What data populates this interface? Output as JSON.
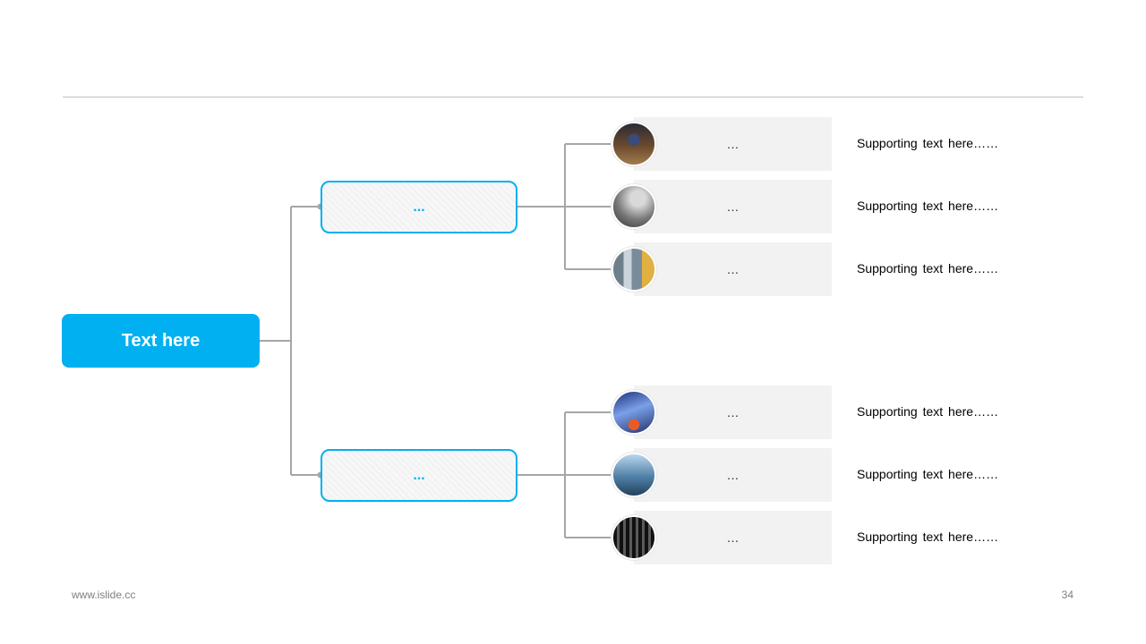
{
  "root": {
    "label": "Text here"
  },
  "branches": [
    {
      "label": "...",
      "leaves": [
        {
          "label": "…",
          "photo": "library-interior-photo",
          "supporting": "Supporting text here……"
        },
        {
          "label": "…",
          "photo": "skyscraper-looking-up-photo",
          "supporting": "Supporting text here……"
        },
        {
          "label": "…",
          "photo": "city-street-taxi-photo",
          "supporting": "Supporting text here……"
        }
      ]
    },
    {
      "label": "...",
      "leaves": [
        {
          "label": "…",
          "photo": "light-show-stage-photo",
          "supporting": "Supporting text here……"
        },
        {
          "label": "…",
          "photo": "glass-towers-photo",
          "supporting": "Supporting text here……"
        },
        {
          "label": "…",
          "photo": "dark-building-facade-photo",
          "supporting": "Supporting text here……"
        }
      ]
    }
  ],
  "footer": {
    "url": "www.islide.cc",
    "page": "34"
  },
  "colors": {
    "accent": "#00b0f0",
    "connector": "#a6a6a6",
    "leaf_bg": "#f2f2f2"
  }
}
